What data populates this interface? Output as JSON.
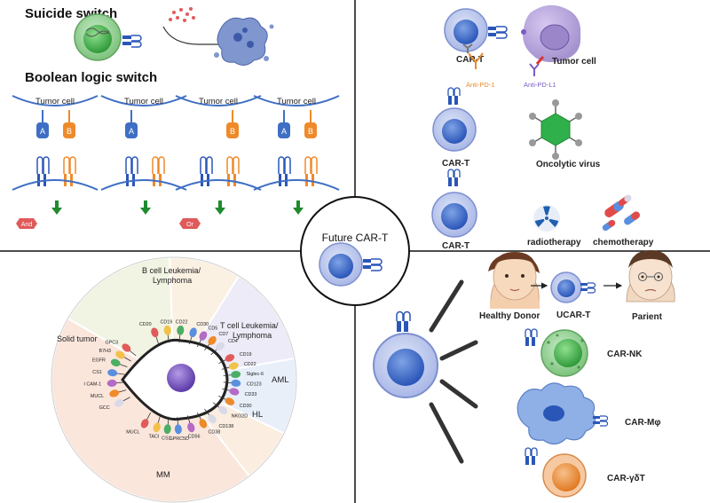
{
  "center": {
    "title": "Future CAR-T"
  },
  "top_left": {
    "suicide_title": "Suicide switch",
    "boolean_title": "Boolean logic switch",
    "tumor_cell_label": "Tumor cell",
    "antigen_a": "A",
    "antigen_b": "B",
    "gate_and": "And",
    "gate_or": "Or"
  },
  "top_right": {
    "cart_label": "CAR-T",
    "tumor_cell_label": "Tumor cell",
    "anti_pd1": "Anti-PD-1",
    "anti_pdl1": "Anti-PD-L1",
    "oncolytic_virus": "Oncolytic virus",
    "radiotherapy": "radiotherapy",
    "chemotherapy": "chemotherapy"
  },
  "bottom_left": {
    "sectors": {
      "b_cell": [
        "B cell Leukemia/",
        "Lymphoma"
      ],
      "t_cell": [
        "T cell Leukemia/",
        "Lymphoma"
      ],
      "solid": "Solid tumor",
      "aml": "AML",
      "hl": "HL",
      "mm": "MM"
    },
    "antigens": {
      "left": [
        "GPC3",
        "B7H3",
        "EGFR",
        "CS1",
        "I CAM-1",
        "MUCL",
        "GCC"
      ],
      "top": [
        "CD20",
        "CD19",
        "CD22",
        "CD30",
        "CD5",
        "CD7",
        "CD4"
      ],
      "right": [
        "CD19",
        "CD22",
        "Siglec-6",
        "CD123",
        "CD33",
        "CD30",
        "NKG2D"
      ],
      "bottom": [
        "MUCL",
        "TACI",
        "CS1",
        "GPRC5D",
        "CD56",
        "CD38",
        "CD138"
      ]
    }
  },
  "bottom_right": {
    "healthy_donor": "Healthy Donor",
    "ucar_t": "UCAR-T",
    "patient": "Parient",
    "car_nk": "CAR-NK",
    "car_mphi": "CAR-Mφ",
    "car_gdt": "CAR-γδT"
  }
}
